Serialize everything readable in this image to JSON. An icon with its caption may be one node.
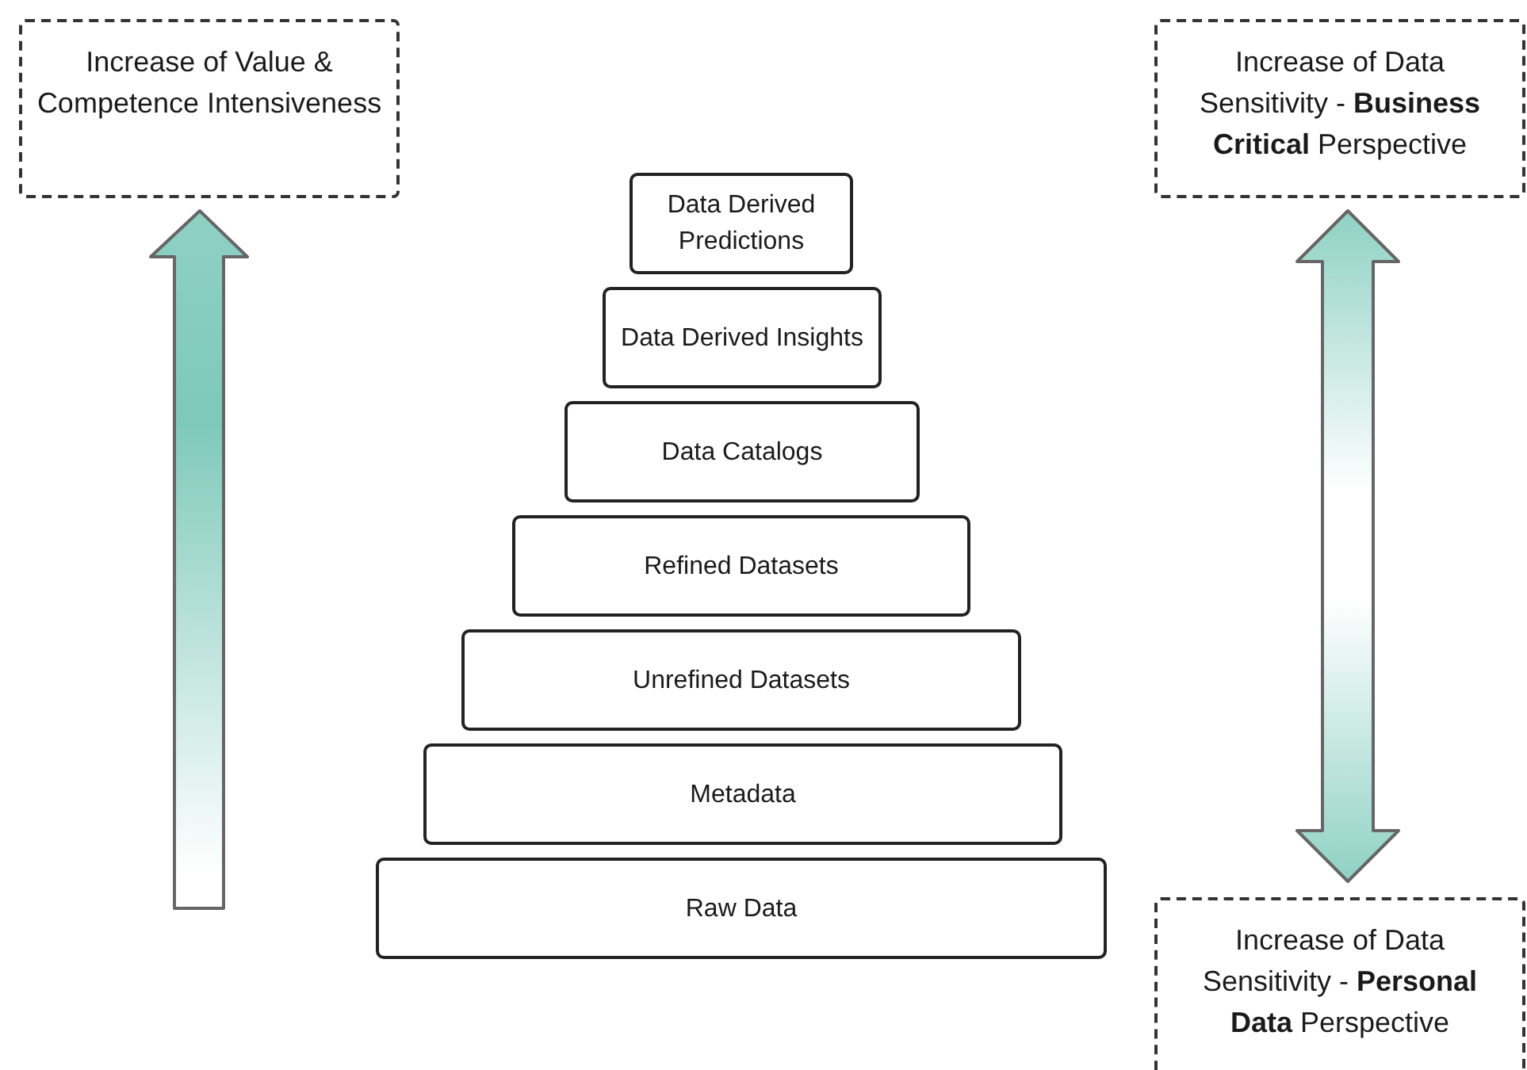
{
  "diagram": {
    "nodes": [
      {
        "text": [
          "Increase of Value & Competence Intensiveness"
        ]
      },
      {
        "text": [
          "Increase of Data Sensitivity - **Business Critical** Perspective"
        ]
      },
      {
        "text": [
          "Data Derived Predictions"
        ]
      },
      {
        "text": [
          "Data Derived Insights"
        ]
      },
      {
        "text": [
          "Data Catalogs"
        ]
      },
      {
        "text": [
          "Refined Datasets"
        ]
      },
      {
        "text": [
          "Unrefined Datasets"
        ]
      },
      {
        "text": [
          "Metadata"
        ]
      },
      {
        "text": [
          "Raw Data"
        ]
      },
      {
        "text": [
          "Increase of Data Sensitivity - **Personal Data** Perspective"
        ]
      }
    ]
  }
}
